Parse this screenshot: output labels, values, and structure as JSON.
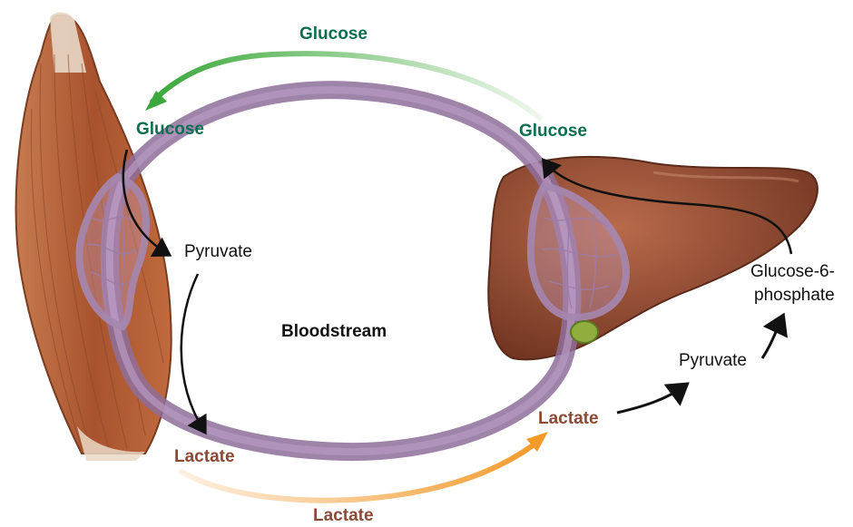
{
  "labels": {
    "glucose_top": "Glucose",
    "glucose_muscle": "Glucose",
    "glucose_liver": "Glucose",
    "pyruvate_muscle": "Pyruvate",
    "bloodstream": "Bloodstream",
    "glucose_6_phosphate_line1": "Glucose-6-",
    "glucose_6_phosphate_line2": "phosphate",
    "pyruvate_liver": "Pyruvate",
    "lactate_liver": "Lactate",
    "lactate_muscle": "Lactate",
    "lactate_bottom": "Lactate"
  },
  "colors": {
    "glucose_label": "#0b6e4f",
    "lactate_label": "#8a4a36",
    "glucose_arrow": "#4caf50",
    "lactate_arrow": "#f39a2b",
    "bloodstream_vessel": "#9a7aa6",
    "liver": "#8a4330",
    "muscle": "#b5643c"
  },
  "icons": {
    "muscle": "muscle-illustration",
    "liver": "liver-illustration",
    "gallbladder": "gallbladder-illustration"
  }
}
